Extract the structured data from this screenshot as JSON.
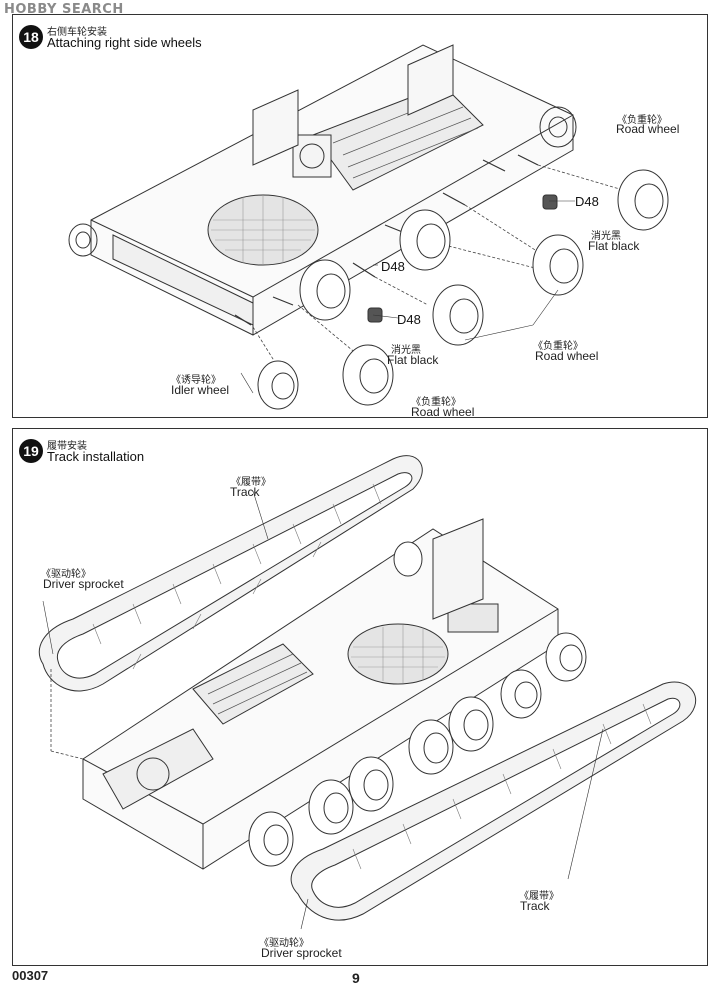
{
  "watermark": "HOBBY SEARCH",
  "steps": [
    {
      "number": "18",
      "title_cn": "右侧车轮安装",
      "title_en": "Attaching right side wheels",
      "labels": {
        "road_wheel_top_cn": "《负重轮》",
        "road_wheel_top_en": "Road wheel",
        "d48_a": "D48",
        "flat_black_a_cn": "消光黑",
        "flat_black_a_en": "Flat black",
        "d48_b": "D48",
        "d48_c": "D48",
        "flat_black_b_cn": "消光黑",
        "flat_black_b_en": "Flat black",
        "road_wheel_mid_cn": "《负重轮》",
        "road_wheel_mid_en": "Road wheel",
        "idler_cn": "《诱导轮》",
        "idler_en": "Idler wheel",
        "road_wheel_bottom_cn": "《负重轮》",
        "road_wheel_bottom_en": "Road wheel"
      }
    },
    {
      "number": "19",
      "title_cn": "履带安装",
      "title_en": "Track installation",
      "labels": {
        "track_top_cn": "《履带》",
        "track_top_en": "Track",
        "sprocket_top_cn": "《驱动轮》",
        "sprocket_top_en": "Driver sprocket",
        "track_bottom_cn": "《履带》",
        "track_bottom_en": "Track",
        "sprocket_bottom_cn": "《驱动轮》",
        "sprocket_bottom_en": "Driver sprocket"
      }
    }
  ],
  "footer": {
    "code": "00307",
    "page": "9"
  }
}
